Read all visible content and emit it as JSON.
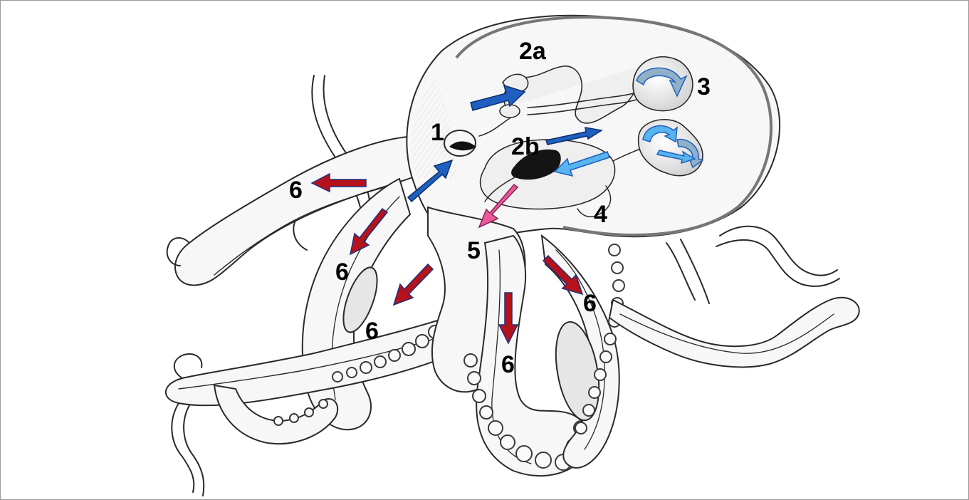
{
  "diagram": {
    "labels": {
      "l1": "1",
      "l2a": "2a",
      "l2b": "2b",
      "l3": "3",
      "l4": "4",
      "l5": "5",
      "l6a": "6",
      "l6b": "6",
      "l6c": "6",
      "l6d": "6",
      "l6e": "6"
    },
    "colors": {
      "arrow_blue": "#1f5fbf",
      "arrow_light_blue": "#58b4ee",
      "arrow_red": "#b5121b",
      "arrow_pink": "#e85a9a",
      "arrow_steel": "#8fb0c6",
      "outline": "#2a2a2a"
    }
  }
}
